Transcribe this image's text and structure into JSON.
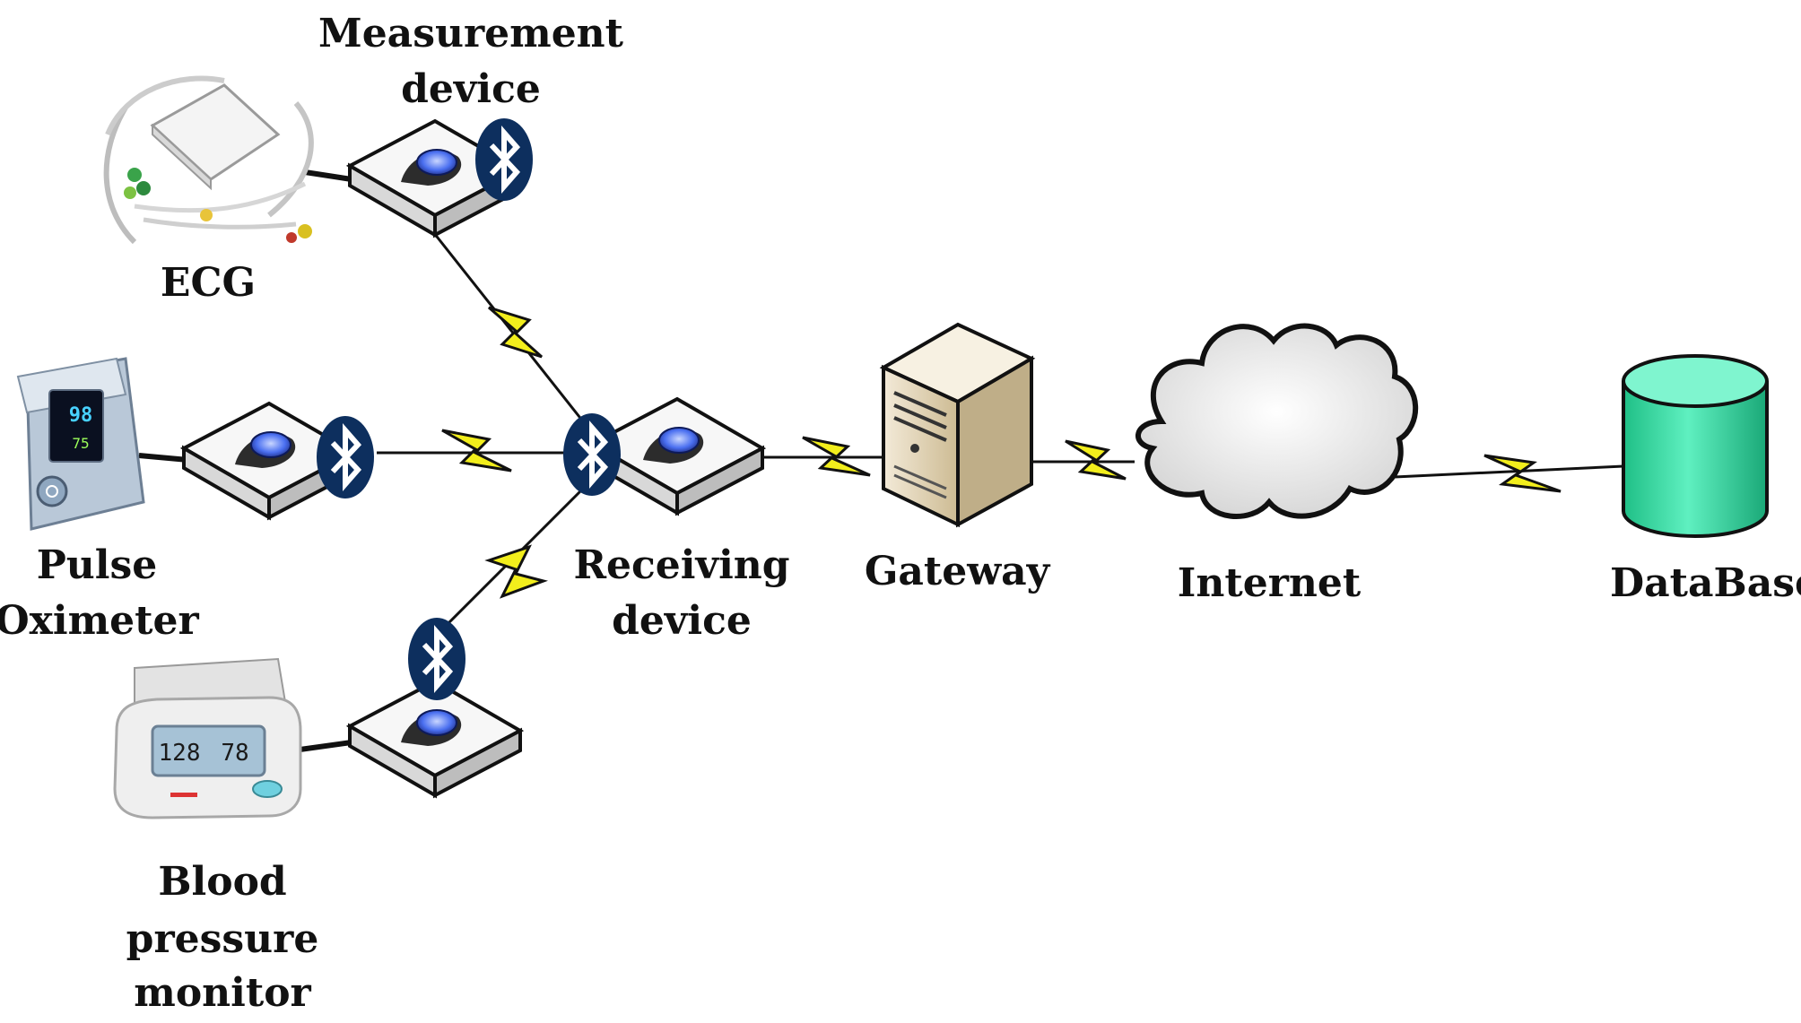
{
  "labels": {
    "measurement_device_line1": "Measurement",
    "measurement_device_line2": "device",
    "ecg": "ECG",
    "pulse_oximeter_line1": "Pulse",
    "pulse_oximeter_line2": "Oximeter",
    "receiving_device_line1": "Receiving",
    "receiving_device_line2": "device",
    "gateway": "Gateway",
    "internet": "Internet",
    "database": "DataBase",
    "bp_monitor_line1": "Blood",
    "bp_monitor_line2": "pressure",
    "bp_monitor_line3": "monitor"
  },
  "device_readouts": {
    "oximeter_spo2": "98",
    "oximeter_pulse": "75",
    "bp_systolic": "128",
    "bp_pulse": "78"
  },
  "colors": {
    "bluetooth_badge": "#0d2f5e",
    "wireless_link": "#f2ee1c",
    "database": "#3fd9a8",
    "cloud": "#e9e9e9",
    "gateway": "#e6d7b7"
  },
  "icons": [
    "bluetooth-icon",
    "wireless-link-icon",
    "server-icon",
    "cloud-icon",
    "database-icon"
  ]
}
